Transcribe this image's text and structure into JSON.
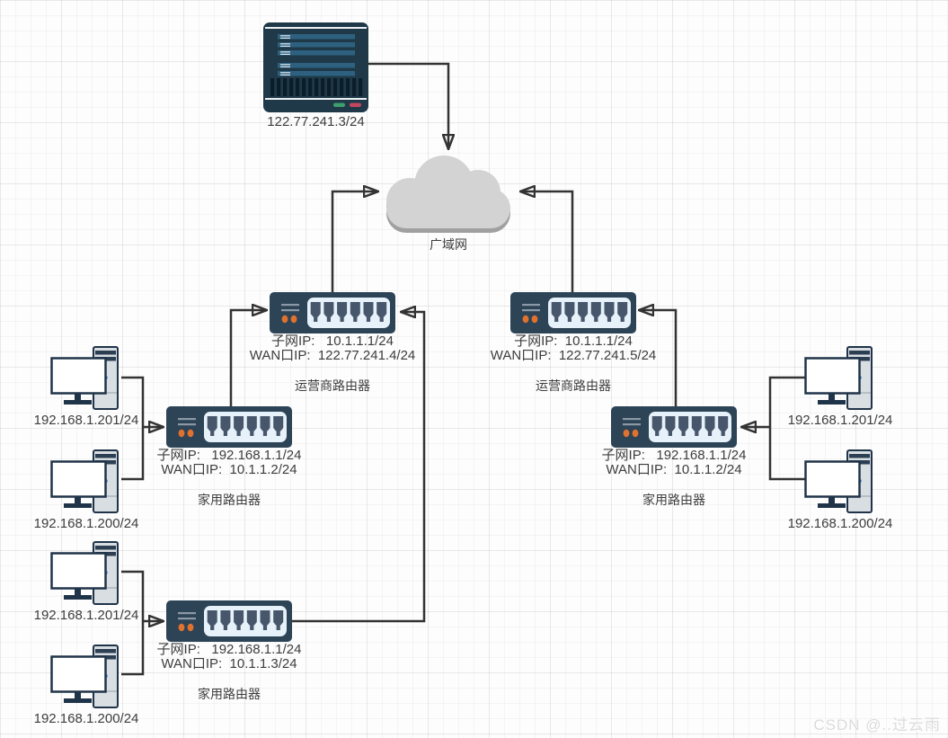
{
  "watermark": "CSDN @..过云雨",
  "colors": {
    "wire": "#333333",
    "router_body": "#2d4356",
    "router_panel": "#e6f1fa",
    "router_port": "#47566b",
    "router_led_orange": "#e0722f",
    "server_body": "#1f3949",
    "server_bar": "#2e6180",
    "server_led_green": "#3f9e6e",
    "server_led_red": "#c2485f",
    "pc_tower": "#d9dee3",
    "pc_outline": "#203449",
    "pc_power_led": "#3a7fd5",
    "cloud_fill": "#d3d3d3",
    "cloud_shadow": "#a0a0a0",
    "label_text": "#3d3d3d"
  },
  "server": {
    "ip": "122.77.241.3/24"
  },
  "cloud": {
    "label": "广域网"
  },
  "routers": [
    {
      "id": "isp-left",
      "subnet": "子网IP:   10.1.1.1/24",
      "wan": "WAN口IP:  122.77.241.4/24",
      "name": "运营商路由器"
    },
    {
      "id": "isp-right",
      "subnet": "子网IP:  10.1.1.1/24",
      "wan": "WAN口IP:  122.77.241.5/24",
      "name": "运营商路由器"
    },
    {
      "id": "home-left",
      "subnet": "子网IP:   192.168.1.1/24",
      "wan": "WAN口IP:  10.1.1.2/24",
      "name": "家用路由器"
    },
    {
      "id": "home-right",
      "subnet": "子网IP:   192.168.1.1/24",
      "wan": "WAN口IP:  10.1.1.2/24",
      "name": "家用路由器"
    },
    {
      "id": "home-bottom",
      "subnet": "子网IP:   192.168.1.1/24",
      "wan": "WAN口IP:  10.1.1.3/24",
      "name": "家用路由器"
    }
  ],
  "computers": [
    {
      "id": "pc-left-top-1",
      "ip": "192.168.1.201/24"
    },
    {
      "id": "pc-left-top-2",
      "ip": "192.168.1.200/24"
    },
    {
      "id": "pc-left-bottom-1",
      "ip": "192.168.1.201/24"
    },
    {
      "id": "pc-left-bottom-2",
      "ip": "192.168.1.200/24"
    },
    {
      "id": "pc-right-1",
      "ip": "192.168.1.201/24"
    },
    {
      "id": "pc-right-2",
      "ip": "192.168.1.200/24"
    }
  ]
}
